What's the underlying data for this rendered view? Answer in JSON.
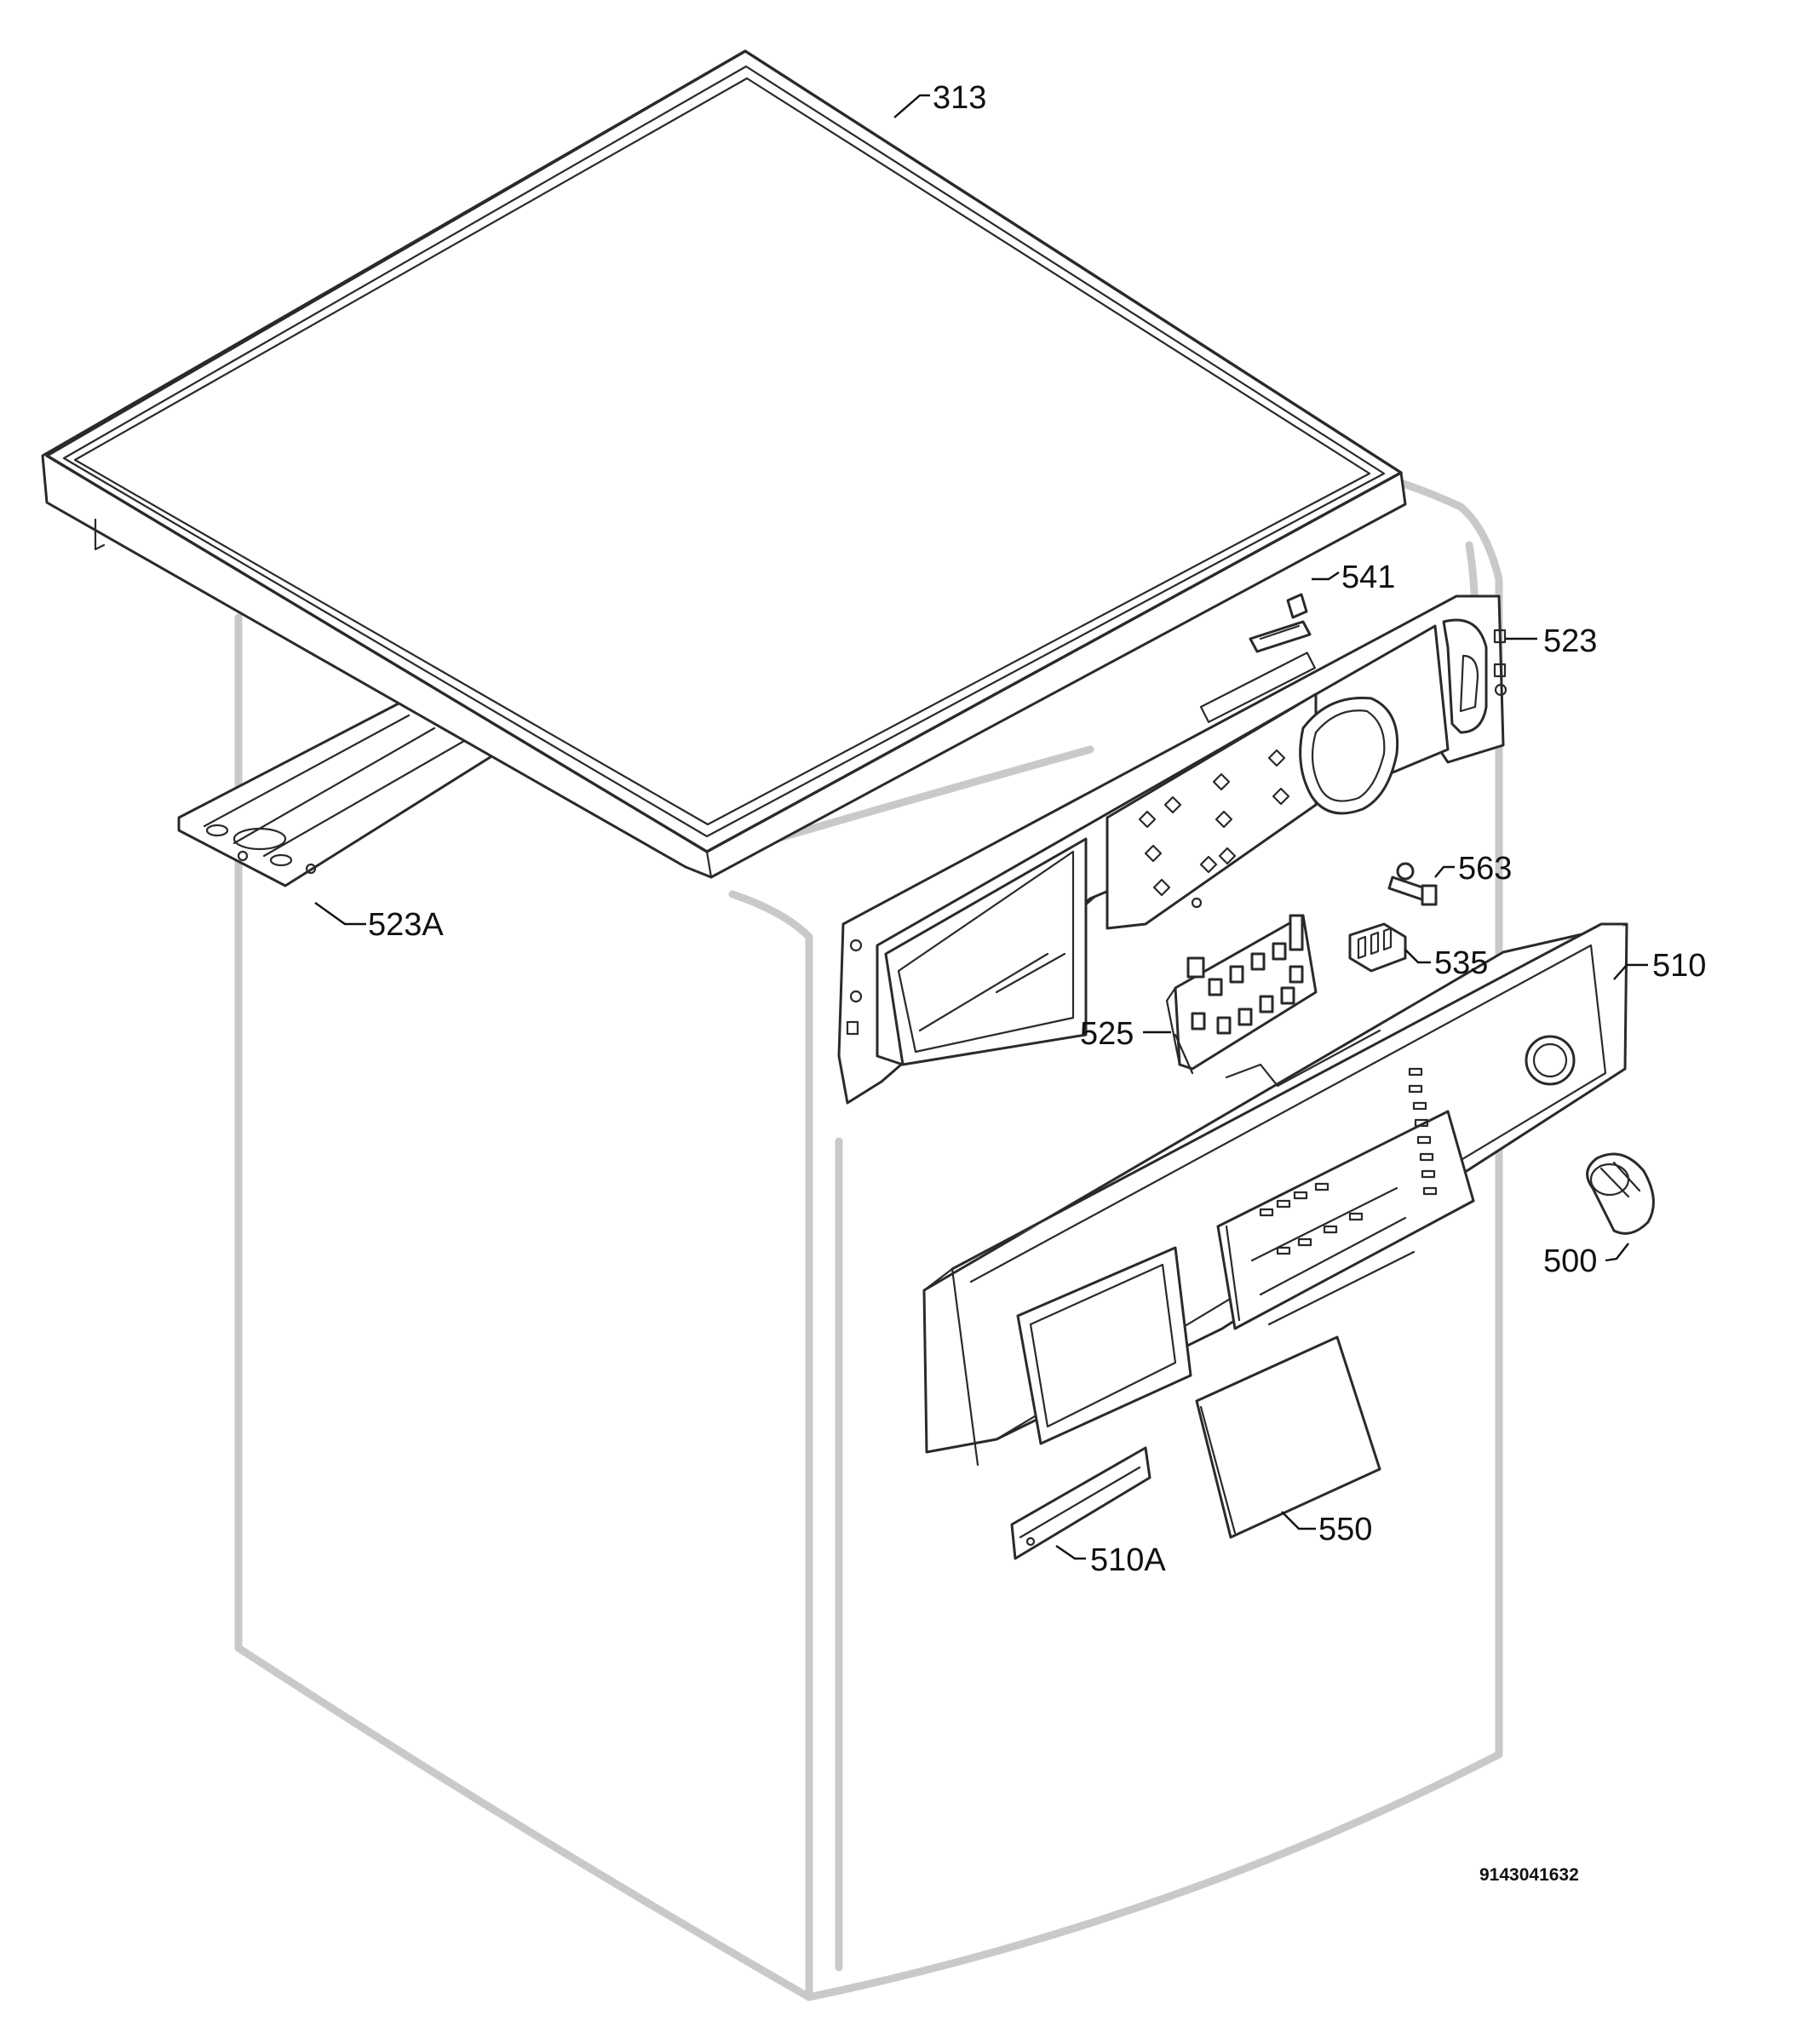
{
  "callouts": {
    "p313": "313",
    "p541": "541",
    "p523": "523",
    "p563": "563",
    "p523a": "523A",
    "p535": "535",
    "p510": "510",
    "p525": "525",
    "p500": "500",
    "p510a": "510A",
    "p550": "550"
  },
  "document_id": "9143041632"
}
